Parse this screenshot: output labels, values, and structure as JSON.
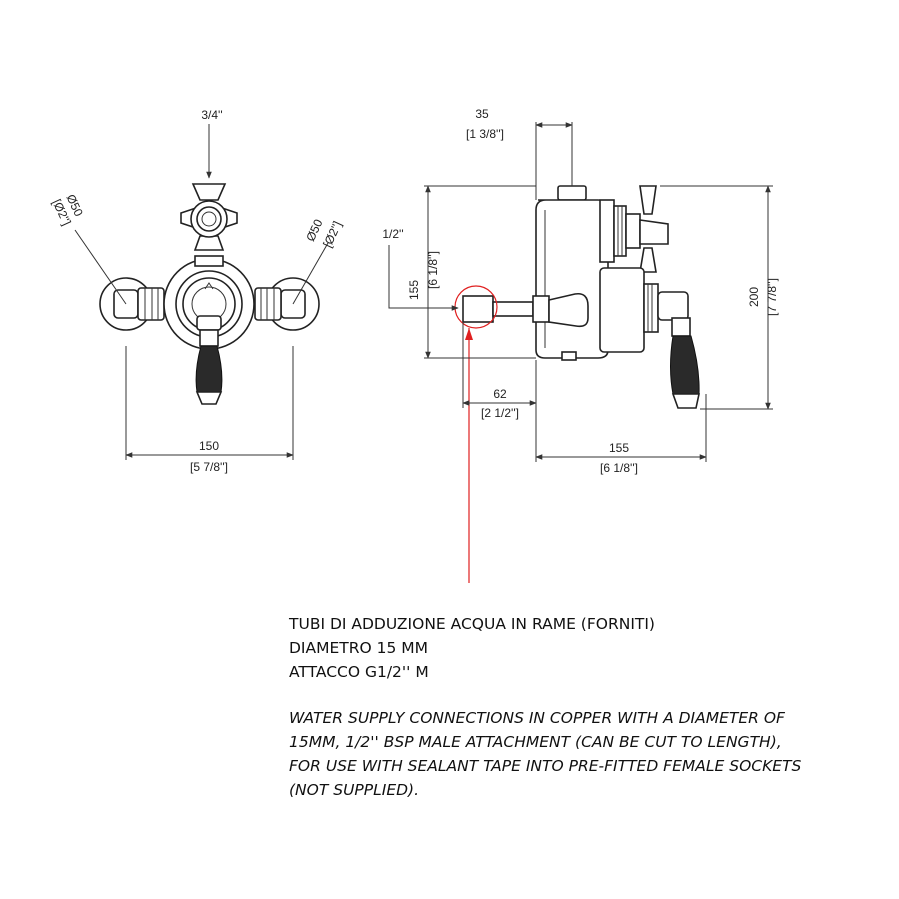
{
  "front_view": {
    "inlet_label": "3/4''",
    "left_diameter": [
      "Ø50",
      "[Ø2'']"
    ],
    "right_diameter": [
      "Ø50",
      "[Ø2'']"
    ],
    "width_mm": "150",
    "width_in": "[5 7/8'']"
  },
  "side_view": {
    "top_mm": "35",
    "top_in": "[1 3/8'']",
    "pipe_label": "1/2''",
    "height_mm": "155",
    "height_in": "[6 1/8'']",
    "pipe_len_mm": "62",
    "pipe_len_in": "[2 1/2'']",
    "depth_mm": "155",
    "depth_in": "[6 1/8'']",
    "total_h_mm": "200",
    "total_h_in": "[7 7/8'']",
    "callout_color": "#e02020"
  },
  "notes": {
    "italian": [
      "TUBI DI ADDUZIONE ACQUA IN RAME (FORNITI)",
      "DIAMETRO 15 MM",
      "ATTACCO G1/2'' M"
    ],
    "english": [
      "WATER SUPPLY CONNECTIONS IN COPPER WITH A DIAMETER OF",
      "15MM, 1/2'' BSP MALE ATTACHMENT (CAN BE CUT TO LENGTH),",
      "FOR USE WITH SEALANT TAPE INTO PRE-FITTED FEMALE SOCKETS",
      "(NOT SUPPLIED)."
    ]
  }
}
